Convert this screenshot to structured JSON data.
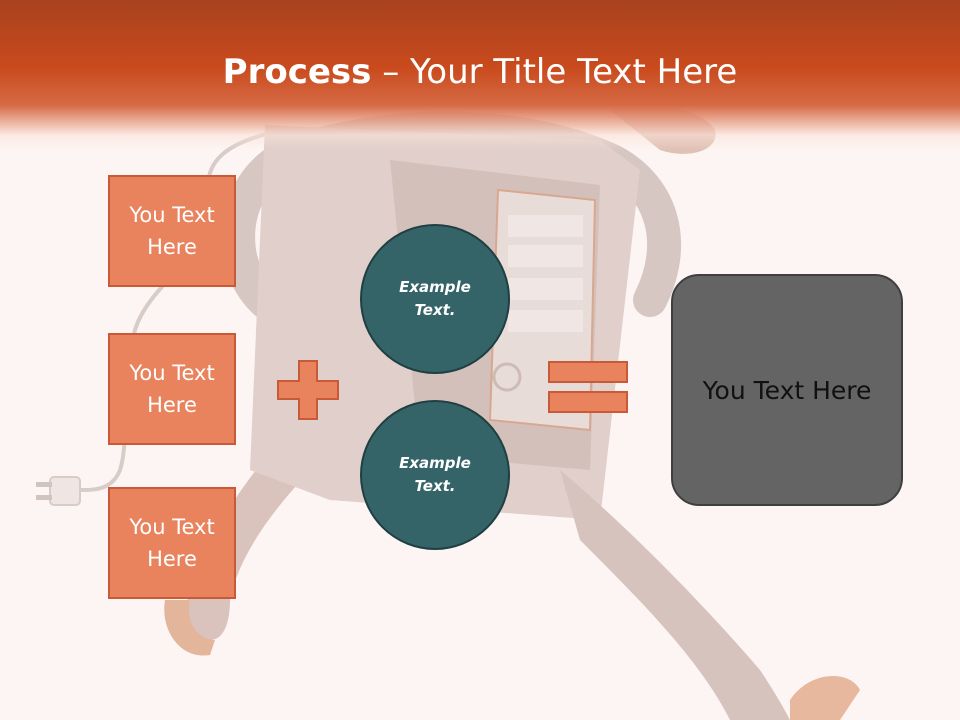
{
  "title": {
    "bold_part": "Process",
    "separator": " – ",
    "rest": "Your Title Text Here"
  },
  "boxes": [
    {
      "text": "You Text Here"
    },
    {
      "text": "You Text Here"
    },
    {
      "text": "You Text Here"
    }
  ],
  "circles": [
    {
      "text": "Example Text."
    },
    {
      "text": "Example Text."
    }
  ],
  "operators": {
    "plus": "plus-sign",
    "equals": "equals-sign"
  },
  "result": {
    "text": "You Text Here"
  },
  "colors": {
    "title_bar": "#c94a1d",
    "box_fill": "#e8835e",
    "box_border": "#c95a37",
    "circle_fill": "#356468",
    "result_fill": "#646464",
    "background": "#fdf5f3"
  }
}
